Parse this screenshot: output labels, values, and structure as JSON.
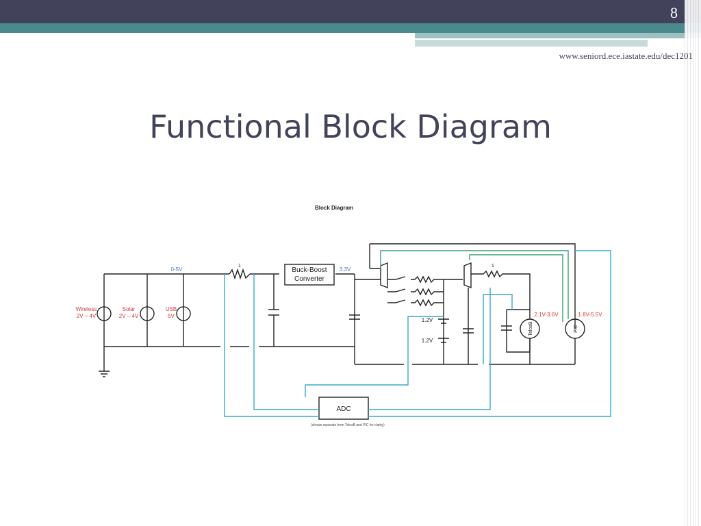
{
  "slide": {
    "page_number": "8",
    "url": "www.seniord.ece.iastate.edu/dec1201",
    "title": "Functional Block Diagram"
  },
  "diagram": {
    "caption": "Block Diagram",
    "sources": {
      "wireless": [
        "Wireless",
        "2V – 4V"
      ],
      "solar": [
        "Solar",
        "2V – 4V"
      ],
      "usb": [
        "USB",
        "5V"
      ]
    },
    "rail_0_5v": "0-5V",
    "resistor_1": "1",
    "resistor_2": "1",
    "buck_boost": [
      "Buck-Boost",
      "Converter"
    ],
    "rail_3_3v": "3.3V",
    "battery_1": "1.2V",
    "battery_2": "1.2V",
    "telosb_range": "2.1V-3.6V",
    "telosb": "TelosB",
    "pic_range": "1.8V-5.5V",
    "pic": "PIC",
    "adc": "ADC",
    "adc_note": "(shown separate from TelosB and PIC for clarity)",
    "colors": {
      "wire": "#222222",
      "signal": "#3aa8cc",
      "control": "#3aa070",
      "label_red": "#d23a3a",
      "label_blue": "#4a78c0"
    }
  }
}
